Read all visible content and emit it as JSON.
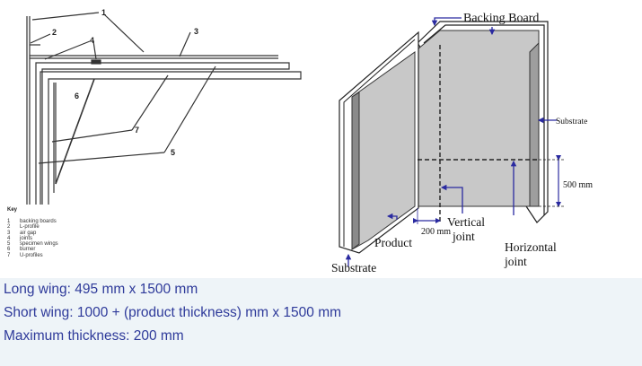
{
  "left_figure": {
    "callouts": [
      "1",
      "2",
      "3",
      "4",
      "5",
      "6",
      "7"
    ],
    "key_title": "Key",
    "key": [
      {
        "n": "1",
        "label": "backing boards"
      },
      {
        "n": "2",
        "label": "L-profile"
      },
      {
        "n": "3",
        "label": "air gap"
      },
      {
        "n": "4",
        "label": "joints"
      },
      {
        "n": "5",
        "label": "specimen wings"
      },
      {
        "n": "6",
        "label": "burner"
      },
      {
        "n": "7",
        "label": "U-profiles"
      }
    ]
  },
  "right_figure": {
    "backing_board": "Backing Board",
    "substrate_right": "Substrate",
    "substrate_bottom": "Substrate",
    "dim_500": "500 mm",
    "dim_200": "200 mm",
    "product": "Product",
    "vertical_joint_1": "Vertical",
    "vertical_joint_2": "joint",
    "horizontal_joint_1": "Horizontal",
    "horizontal_joint_2": "joint"
  },
  "specs": {
    "long_wing": "Long wing: 495 mm x 1500 mm",
    "short_wing": "Short wing: 1000 + (product thickness) mm x 1500 mm",
    "max_thickness": "Maximum thickness: 200 mm"
  },
  "colors": {
    "text_blue": "#2e3a9a",
    "arrow_blue": "#2a2aa0",
    "panel_gray": "#c8c8c8",
    "background": "#eef4f8"
  }
}
